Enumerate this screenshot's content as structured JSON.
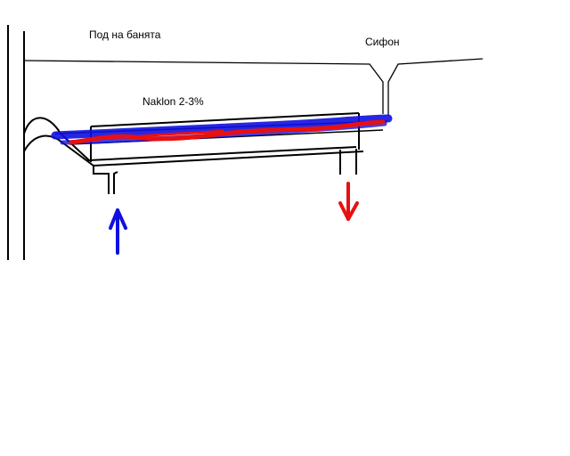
{
  "labels": {
    "bath_floor": "Под на банята",
    "siphon": "Сифон",
    "slope": "Naklon 2-3%"
  },
  "colors": {
    "line": "#000000",
    "cold_water": "#1010e0",
    "hot_water": "#e81010",
    "background": "#ffffff"
  },
  "arrows": {
    "inlet_direction": "up",
    "outlet_direction": "down"
  }
}
